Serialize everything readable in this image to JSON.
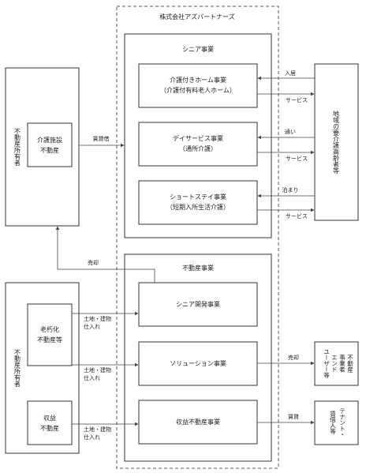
{
  "company": "株式会社アズパートナーズ",
  "senior_business": {
    "title": "シニア事業",
    "care_home_line1": "介護付きホーム事業",
    "care_home_line2": "（介護付有料老人ホーム）",
    "day_service_line1": "デイサービス事業",
    "day_service_line2": "（通所介護）",
    "short_stay_line1": "ショートステイ事業",
    "short_stay_line2": "（短期入所生活介護）"
  },
  "real_estate_business": {
    "title": "不動産事業",
    "senior_dev": "シニア開発事業",
    "solution": "ソリューション事業",
    "income_property": "収益不動産事業"
  },
  "owner_top": {
    "label": "不動産所有者",
    "inner_line1": "介護施設",
    "inner_line2": "不動産"
  },
  "owner_bottom": {
    "label": "不動産所有者",
    "aging_line1": "老朽化",
    "aging_line2": "不動産等",
    "income_line1": "収益",
    "income_line2": "不動産"
  },
  "elderly": {
    "label": "地域の要介護高齢者等"
  },
  "investors": {
    "col1": "不動産",
    "col2": "事業者",
    "col3": "エンド",
    "col4": "ユーザー等"
  },
  "tenants": {
    "col1": "テナント・",
    "col2": "賃借人等"
  },
  "labels": {
    "move_in": "入居",
    "service": "サービス",
    "commute": "通い",
    "stay": "泊まり",
    "lease": "賃貸借",
    "sale": "売却",
    "land_building": "土地・建物",
    "purchase": "仕入れ",
    "rent": "賃貸"
  }
}
